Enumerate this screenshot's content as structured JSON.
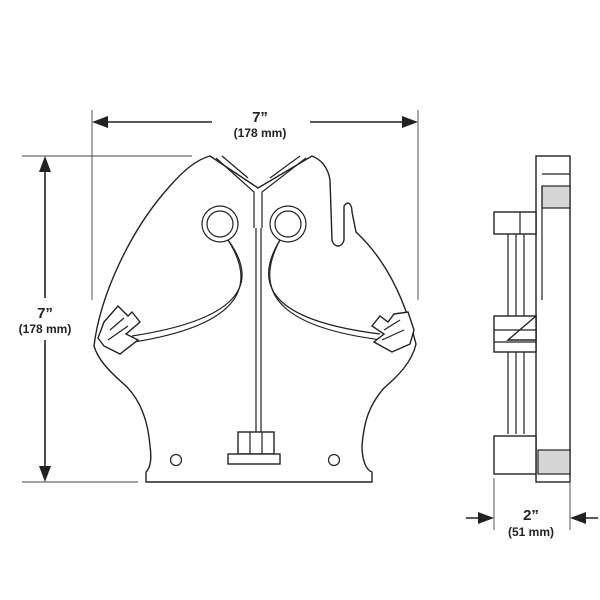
{
  "dimensions": {
    "width": {
      "imperial": "7”",
      "metric": "(178 mm)"
    },
    "height": {
      "imperial": "7”",
      "metric": "(178 mm)"
    },
    "depth": {
      "imperial": "2”",
      "metric": "(51 mm)"
    }
  },
  "colors": {
    "line": "#222222",
    "background": "#ffffff",
    "shade": "#d6d6d6"
  }
}
